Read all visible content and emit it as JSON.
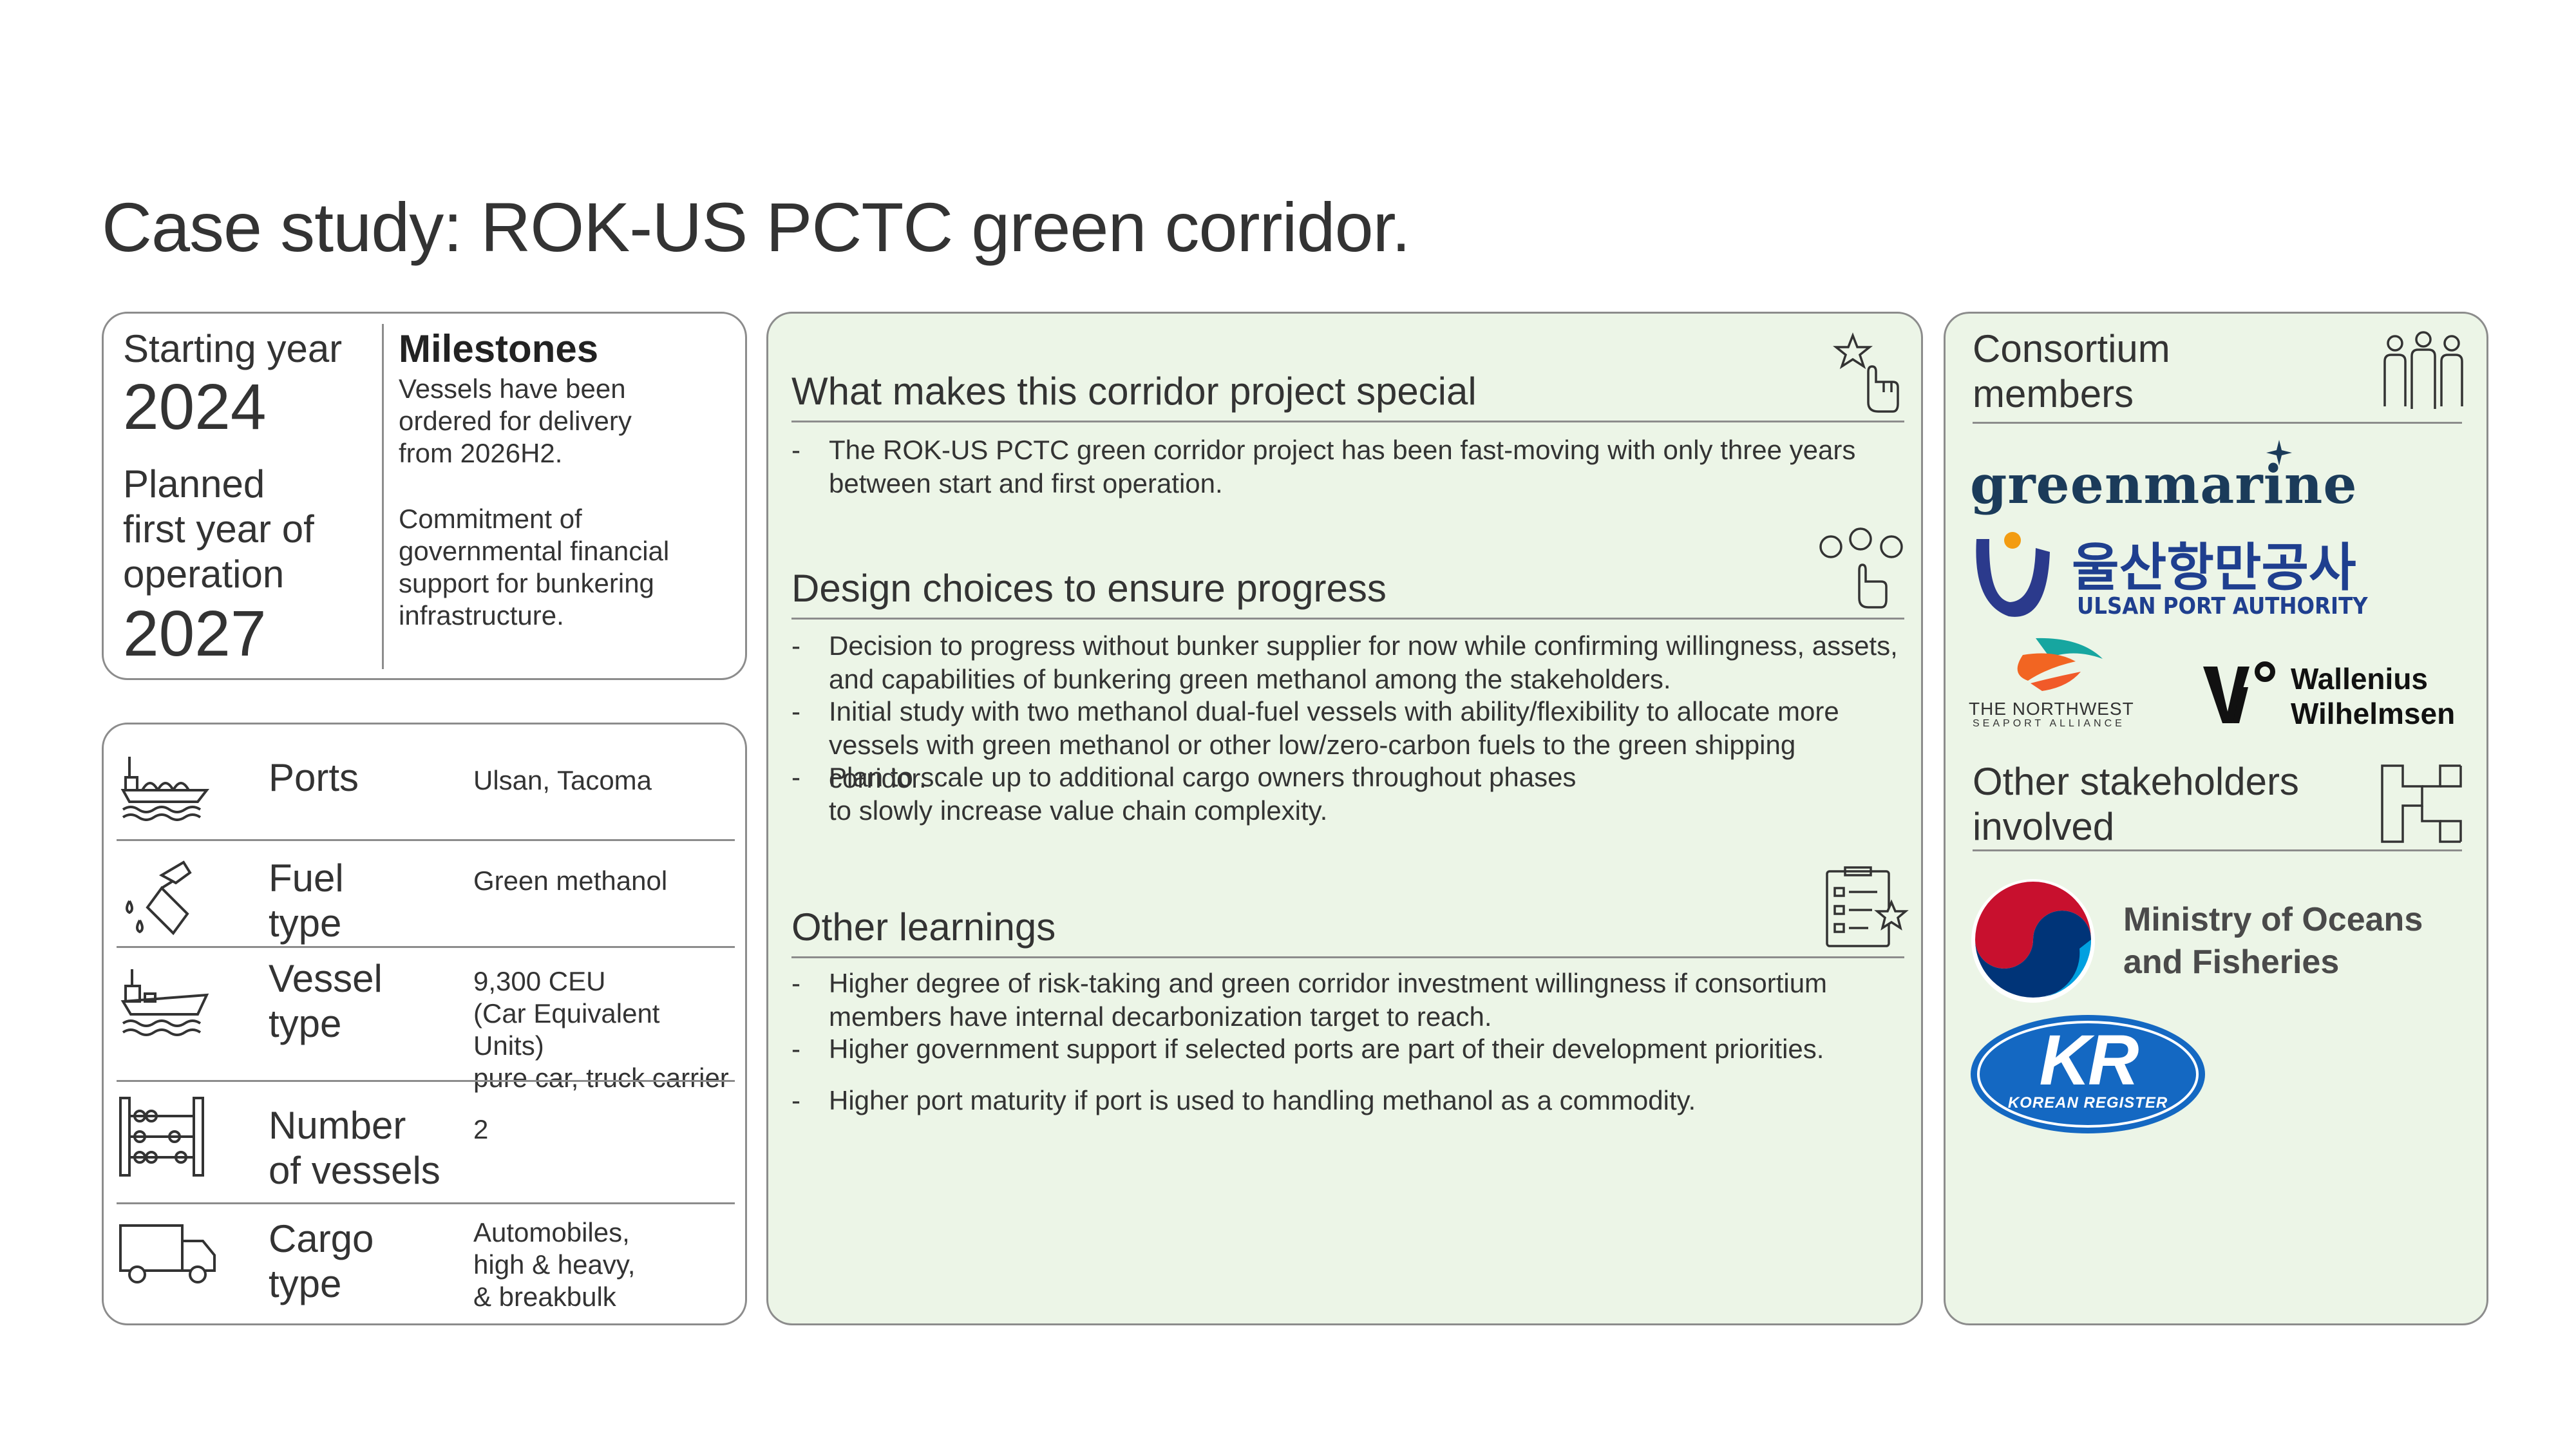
{
  "title": "Case study: ROK-US PCTC green corridor.",
  "timeline": {
    "start_label": "Starting year",
    "start_year": "2024",
    "planned_label_1": "Planned",
    "planned_label_2": "first year of",
    "planned_label_3": "operation",
    "planned_year": "2027",
    "milestones_heading": "Milestones",
    "milestone_1": [
      "Vessels have been",
      "ordered for delivery",
      "from 2026H2."
    ],
    "milestone_2": [
      "Commitment of",
      "governmental financial",
      "support for bunkering",
      "infrastructure."
    ]
  },
  "facts": [
    {
      "label": [
        "Ports"
      ],
      "value": [
        "Ulsan, Tacoma"
      ],
      "icon": "ship-port-icon"
    },
    {
      "label": [
        "Fuel",
        "type"
      ],
      "value": [
        "Green methanol"
      ],
      "icon": "fuel-nozzle-icon"
    },
    {
      "label": [
        "Vessel",
        "type"
      ],
      "value": [
        "9,300 CEU",
        "(Car Equivalent Units)",
        "pure car, truck carrier"
      ],
      "icon": "vessel-icon"
    },
    {
      "label": [
        "Number",
        "of vessels"
      ],
      "value": [
        "2"
      ],
      "icon": "abacus-icon"
    },
    {
      "label": [
        "Cargo",
        "type"
      ],
      "value": [
        "Automobiles,",
        "high & heavy,",
        "& breakbulk"
      ],
      "icon": "truck-icon"
    }
  ],
  "sections": {
    "special": {
      "title": "What makes this corridor project special",
      "bullets": [
        [
          "The ROK-US PCTC green corridor project has been fast-moving with only three years",
          "between start and first operation."
        ]
      ]
    },
    "design": {
      "title": "Design choices to ensure progress",
      "bullets": [
        [
          "Decision to progress without bunker supplier for now while confirming willingness, assets,",
          "and capabilities of bunkering green methanol among the stakeholders."
        ],
        [
          "Initial study with two methanol dual-fuel vessels with ability/flexibility to allocate more",
          "vessels with green methanol or other low/zero-carbon fuels to the green shipping corridor."
        ],
        [
          "Plan to scale up to additional cargo owners throughout phases",
          "to slowly increase value chain complexity."
        ]
      ]
    },
    "learnings": {
      "title": "Other learnings",
      "bullets": [
        [
          "Higher degree of risk-taking and green corridor investment willingness if consortium",
          "members have internal decarbonization target to reach."
        ],
        [
          "Higher government support if selected ports are part of their development priorities."
        ],
        [
          "Higher port maturity if port is used to handling methanol as a commodity."
        ]
      ]
    },
    "dash": "-"
  },
  "consortium": {
    "heading_1": "Consortium",
    "heading_2": "members",
    "greenmarine": "greenmarine",
    "ulsan_korean": "울산항만공사",
    "ulsan_english": "ULSAN PORT AUTHORITY",
    "nwsa_1": "THE NORTHWEST",
    "nwsa_2": "SEAPORT ALLIANCE",
    "wallenius_1": "Wallenius",
    "wallenius_2": "Wilhelmsen",
    "stakeholders_heading_1": "Other stakeholders",
    "stakeholders_heading_2": "involved",
    "ministry_1": "Ministry of Oceans",
    "ministry_2": "and Fisheries",
    "kr_mark": "KR",
    "kr_name": "KOREAN REGISTER"
  },
  "colors": {
    "panel_green": "#ecf5e7",
    "border": "#8c8c8c",
    "greenmarine_navy": "#1b3b5a",
    "ulsan_blue": "#1f3f8f",
    "nwsa_orange": "#f26522",
    "nwsa_teal": "#17a6a0",
    "kr_blue": "#1468c2",
    "korea_red": "#c8102e",
    "korea_blue": "#003478"
  }
}
